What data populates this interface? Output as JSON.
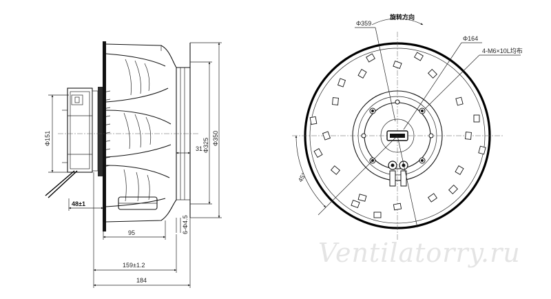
{
  "side_view": {
    "dimensions": {
      "dia_151": "Φ151",
      "dia_325": "Φ325",
      "dia_350": "Φ350",
      "dim_31": "31",
      "dim_48": "48±1",
      "dim_95": "95",
      "dim_6_45": "6-Φ4.5",
      "dim_159": "159±1.2",
      "dim_184": "184"
    }
  },
  "front_view": {
    "rotation_label": "旋转方向",
    "dimensions": {
      "dia_359": "Φ359",
      "dia_164": "Φ164",
      "screw_note": "4-M6×10L均布",
      "angle_45": "45°"
    }
  },
  "watermark": "Ventilatorry.ru"
}
